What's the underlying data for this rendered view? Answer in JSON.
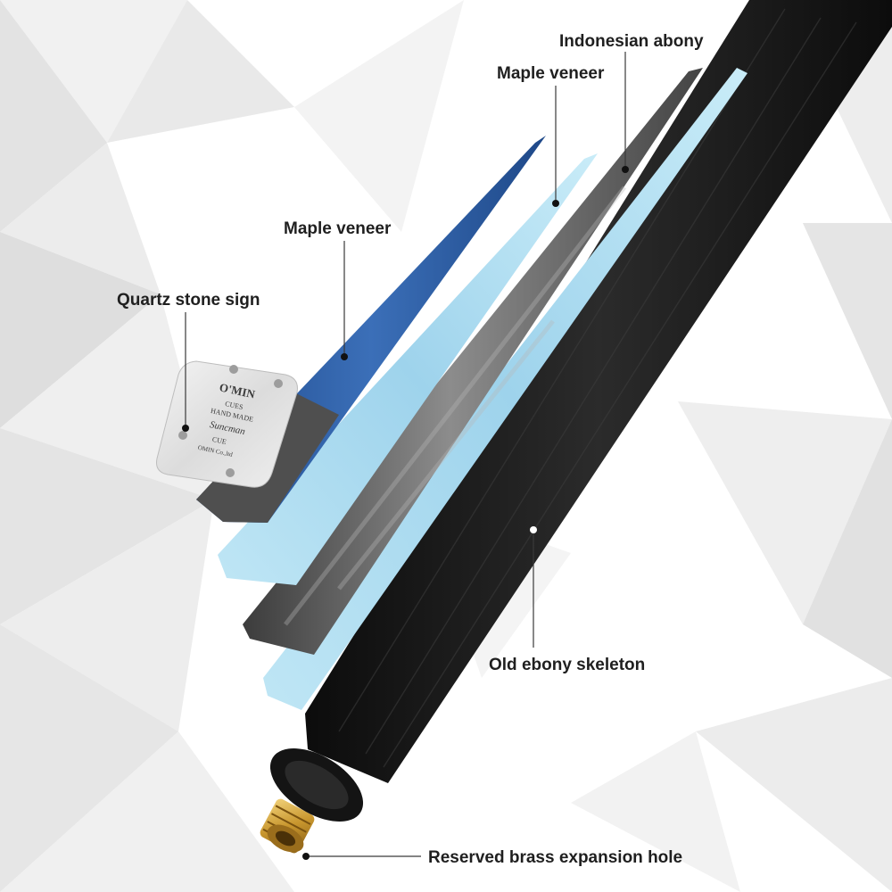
{
  "labels": {
    "indonesian_abony": "Indonesian abony",
    "maple_veneer_light": "Maple veneer",
    "maple_veneer_blue": "Maple veneer",
    "quartz_stone_sign": "Quartz stone sign",
    "old_ebony_skeleton": "Old ebony skeleton",
    "brass_expansion_hole": "Reserved brass expansion hole"
  },
  "plaque": {
    "brand": "O'MIN",
    "line1": "CUES",
    "line2": "HAND MADE",
    "script": "Suncman",
    "line3": "CUE",
    "line4": "OMIN Co.,ltd"
  },
  "colors": {
    "ebony": "#151515",
    "blue_veneer": "#2d5fa8",
    "light_blue_veneer": "#a9d9ef",
    "gray_ebony": "#5b5b5b",
    "brass": "#c8962e",
    "background_facets": "#e6e6e6"
  }
}
